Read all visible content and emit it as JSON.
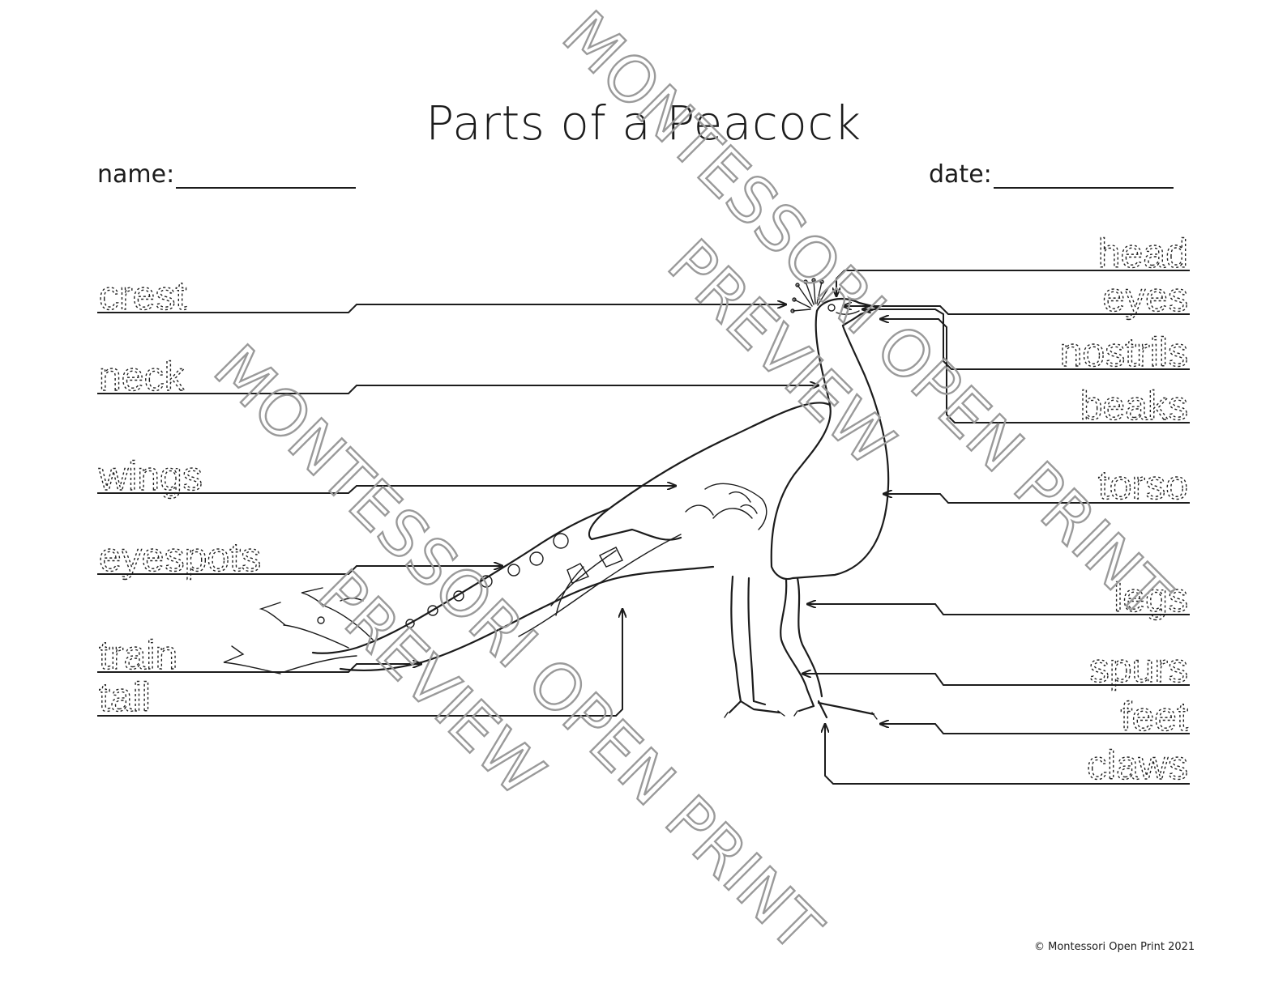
{
  "worksheet": {
    "title": "Parts of a Peacock",
    "name_label": "name:",
    "date_label": "date:",
    "footer": "© Montessori Open Print 2021"
  },
  "labels_left": [
    "crest",
    "neck",
    "wings",
    "eyespots",
    "train",
    "tail"
  ],
  "labels_right": [
    "head",
    "eyes",
    "nostrils",
    "beaks",
    "torso",
    "legs",
    "spurs",
    "feet",
    "claws"
  ],
  "watermark": {
    "line1": "MONTESSORI OPEN PRINT",
    "line2": "PREVIEW"
  },
  "colors": {
    "ink": "#1c1c1c",
    "watermark": "#9a9a9a",
    "background": "#ffffff"
  }
}
